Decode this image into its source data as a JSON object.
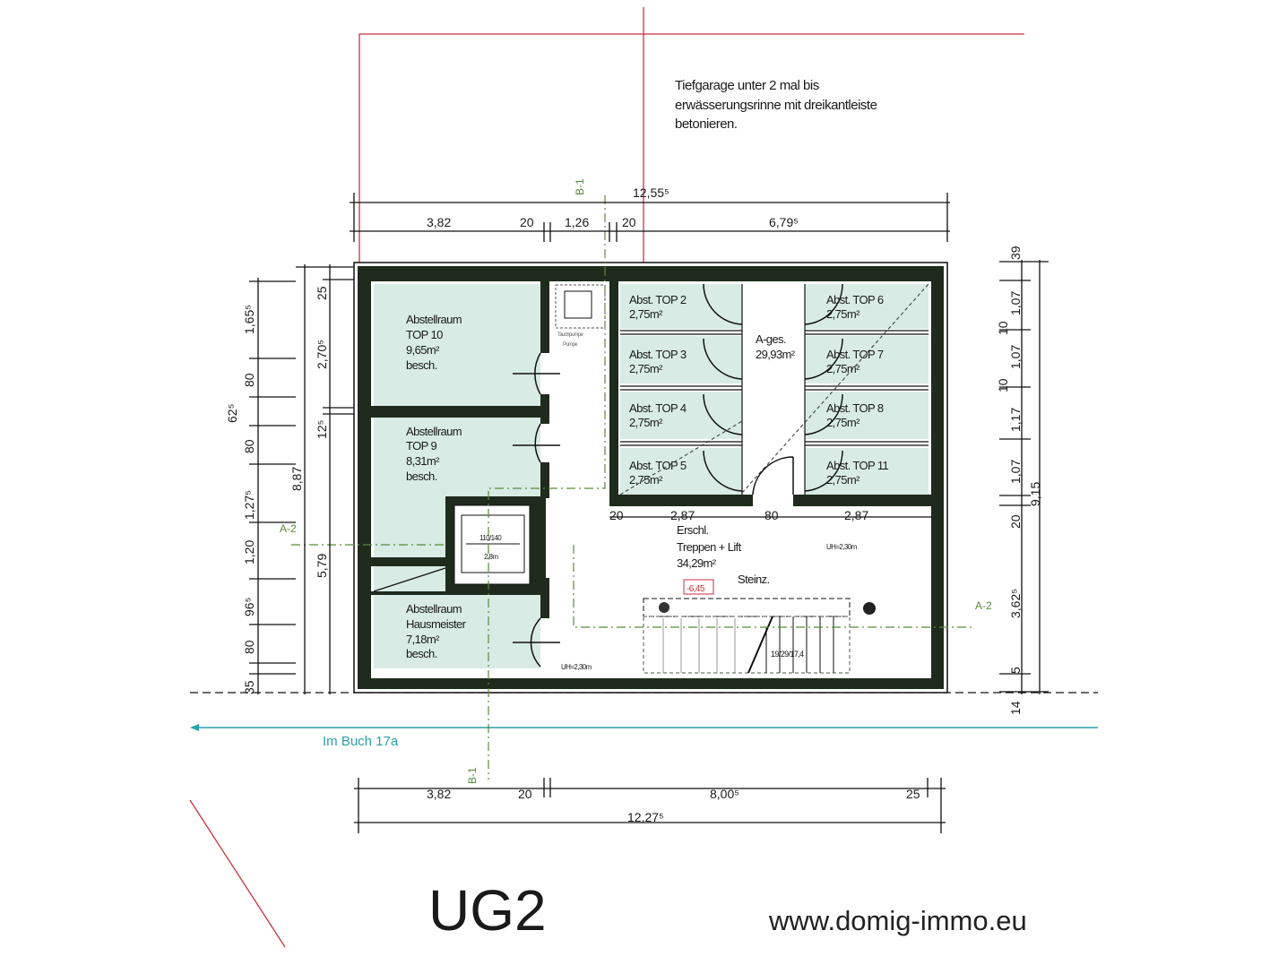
{
  "title": "UG2",
  "website": "www.domig-immo.eu",
  "note": [
    "Tiefgarage unter 2 mal bis",
    "erwässerungsrinne mit dreikantleiste",
    "betonieren."
  ],
  "street": "Im Buch 17a",
  "sections": {
    "b1": "B-1",
    "a2": "A-2"
  },
  "rooms": {
    "top10": [
      "Abstellraum",
      "TOP 10",
      "9,65m²",
      "besch."
    ],
    "top9": [
      "Abstellraum",
      "TOP 9",
      "8,31m²",
      "besch."
    ],
    "hausmeister": [
      "Abstellraum",
      "Hausmeister",
      "7,18m²",
      "besch."
    ],
    "abst_left": [
      [
        "Abst. TOP 2",
        "2,75m²"
      ],
      [
        "Abst. TOP 3",
        "2,75m²"
      ],
      [
        "Abst. TOP 4",
        "2,75m²"
      ],
      [
        "Abst. TOP 5",
        "2,75m²"
      ]
    ],
    "abst_right": [
      [
        "Abst. TOP 6",
        "2,75m²"
      ],
      [
        "Abst. TOP 7",
        "2,75m²"
      ],
      [
        "Abst. TOP 8",
        "2,75m²"
      ],
      [
        "Abst. TOP 11",
        "2,75m²"
      ]
    ],
    "ages": [
      "A-ges.",
      "29,93m²"
    ],
    "erschl": [
      "Erschl.",
      "Treppen + Lift",
      "34,29m²"
    ],
    "floor_material": "Steinz.",
    "level": "-6,45",
    "pump": [
      "Tauchpumpe",
      "Pumpe"
    ],
    "lift": [
      "110/140",
      "2,8m"
    ],
    "uh_left": "UH=2,30m",
    "uh_right": "UH=2,30m",
    "stair": "19/29/17,4"
  },
  "dimensions": {
    "top_total": "12,55⁵",
    "top_chain": [
      "3,82",
      "20",
      "1,26",
      "20",
      "6,79⁵"
    ],
    "inner_chain": [
      "20",
      "2,87",
      "80",
      "2,87"
    ],
    "bottom_chain": [
      "3,82",
      "20",
      "8,00⁵",
      "25"
    ],
    "bottom_total": "12,27⁵",
    "left_outer_chain": [
      "1,65⁵",
      "80",
      "62⁵",
      "80",
      "1,27⁵",
      "1,20",
      "96⁵",
      "80",
      "35"
    ],
    "left_total": "8,87",
    "left_inner_chain": [
      "25",
      "2,70⁵",
      "12⁵",
      "5,79"
    ],
    "right_chain": [
      "39",
      "1,07",
      "10",
      "1,07",
      "10",
      "1,17",
      "1,07",
      "20",
      "3,62⁵",
      "5",
      "14"
    ],
    "right_total": "9,15"
  }
}
